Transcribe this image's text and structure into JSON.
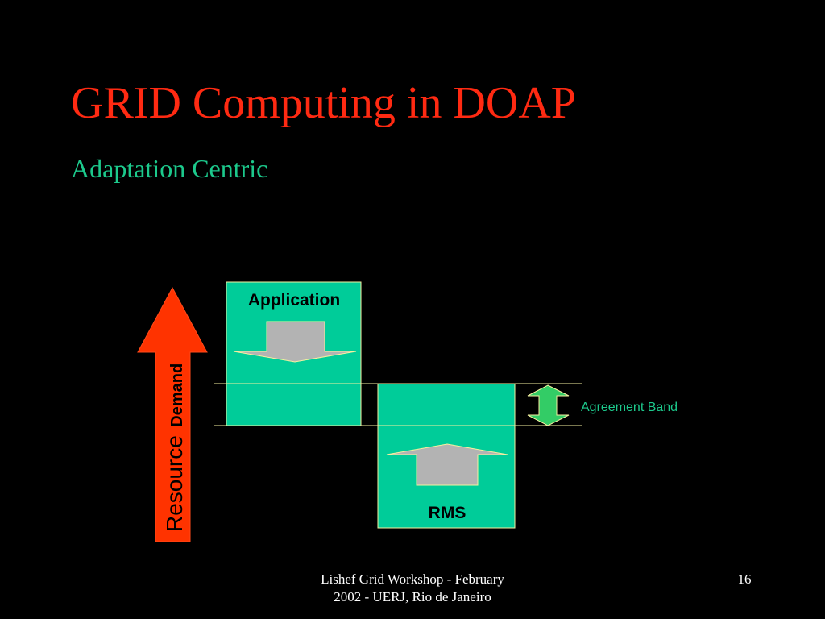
{
  "slide": {
    "title": "GRID Computing in DOAP",
    "subtitle": "Adaptation Centric"
  },
  "diagram": {
    "axis_label_main": "Resource",
    "axis_label_secondary": "Demand",
    "application_label": "Application",
    "rms_label": "RMS",
    "band_label": "Agreement Band"
  },
  "footer": {
    "line1": "Lishef Grid Workshop - February",
    "line2": "2002 - UERJ, Rio de Janeiro",
    "page_number": "16"
  },
  "colors": {
    "background": "#000000",
    "title": "#ff2a12",
    "subtitle": "#1cc98c",
    "box_fill": "#00cc99",
    "box_border": "#f5f0a0",
    "arrow_gray": "#b3b3b3",
    "demand_arrow": "#ff3300",
    "band_arrow": "#33cc66"
  }
}
